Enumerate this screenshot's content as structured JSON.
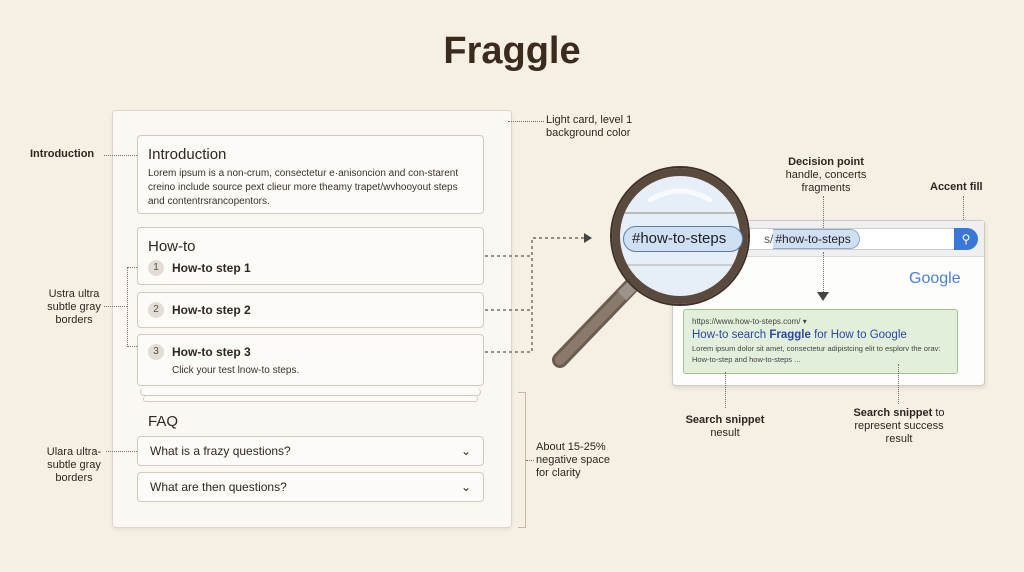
{
  "title": "Fraggle",
  "card": {
    "intro": {
      "heading": "Introduction",
      "body": "Lorem ipsum is a non-crum, consectetur e·anisoncion and con-starent creino include source pext clieur more theamy trapet/wvhooyout steps and contentrsrancopentors."
    },
    "howto": {
      "heading": "How-to",
      "steps": [
        {
          "num": "1",
          "label": "How-to step 1"
        },
        {
          "num": "2",
          "label": "How-to step 2"
        },
        {
          "num": "3",
          "label": "How-to step 3",
          "desc": "Click your test lnow-to steps."
        }
      ]
    },
    "faq": {
      "heading": "FAQ",
      "items": [
        "What is a frazy questions?",
        "What are then questions?"
      ]
    }
  },
  "annotations": {
    "introduction": "Introduction",
    "borders1": "Ustra ultra subtle gray borders",
    "borders2": "Ulara ultra-subtle gray borders",
    "light_card": "Light card, level 1 background color",
    "negative_space": "About 15-25% negative space for clarity",
    "decision_title": "Decision point",
    "decision_body": "handle, concerts fragments",
    "accent_fill": "Accent fill",
    "snippet1_title": "Search snippet",
    "snippet1_body": "nesult",
    "snippet2_title": "Search snippet",
    "snippet2_rest": " to",
    "snippet2_body": "represent success result"
  },
  "browser": {
    "fragment_magnified": "#how-to-steps",
    "url_prefix": "s/",
    "url_fragment": "#how-to-steps",
    "logo": "Google",
    "result": {
      "url": "https://www.how-to-steps.com/ ▾",
      "title_a": "How-to search ",
      "title_b": "Fraggle",
      "title_c": " for How to Google",
      "snippet": "Lorem ipsum dolor sit amet, consectetur adipistcing elit to esplorv the orav: How-to-step and how-to-steps ..."
    }
  },
  "colors": {
    "accent": "#3a78d8",
    "result_bg": "#e2efdb",
    "background": "#f6efe3"
  }
}
